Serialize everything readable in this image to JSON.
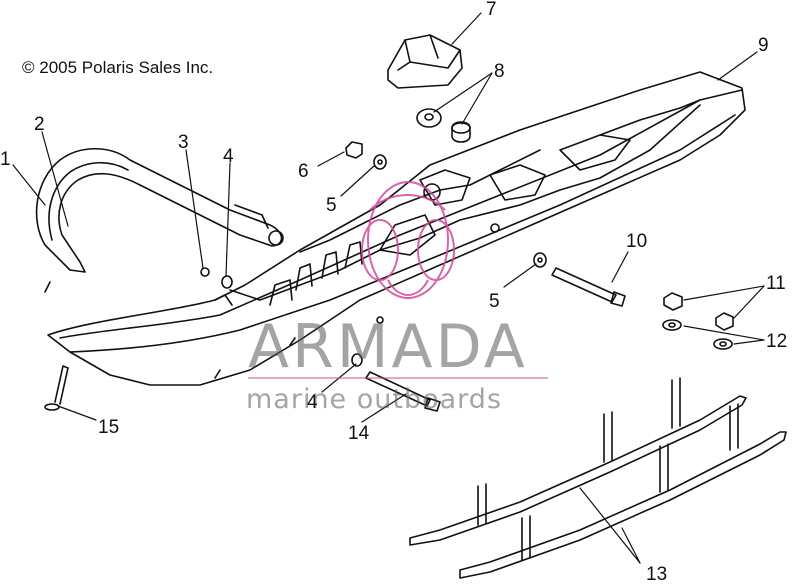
{
  "copyright": "© 2005 Polaris Sales Inc.",
  "watermark": {
    "title": "ARMADA",
    "subtitle": "marine outboards",
    "logo_color": "#d24a9b"
  },
  "callouts": {
    "c1": "1",
    "c2": "2",
    "c3": "3",
    "c4a": "4",
    "c4b": "4",
    "c5a": "5",
    "c5b": "5",
    "c6": "6",
    "c7": "7",
    "c8": "8",
    "c9": "9",
    "c10": "10",
    "c11": "11",
    "c12": "12",
    "c13": "13",
    "c14": "14",
    "c15": "15"
  }
}
